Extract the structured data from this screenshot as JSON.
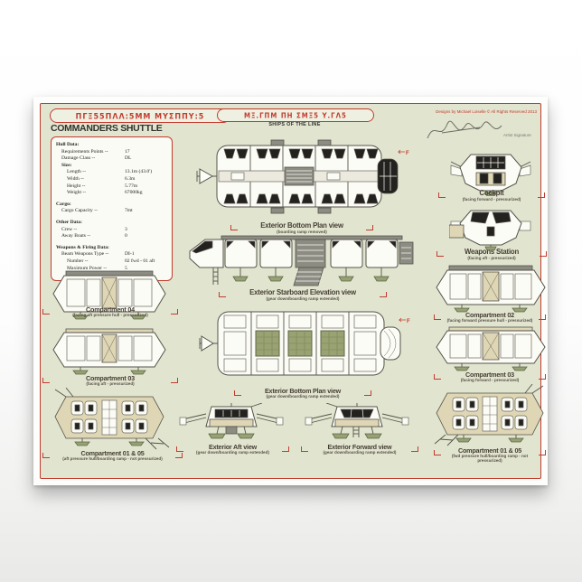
{
  "poster": {
    "header": {
      "title_alien_left": "ΠΓΞ55ΠΛΛ:5ΜΜ ΜΥΣΠΠΥ:5",
      "title_left_sub": "COMMANDERS SHUTTLE",
      "title_alien_center": "ΜΞ.ΓΠΜ ΠΗ ΣΜΞ5 Υ.ΓΛ5",
      "title_center_sub": "SHIPS OF THE LINE",
      "copyright": "Designs by Michael Loiselle © All Rights Reserved 2013",
      "signature_label": "Artist Signature"
    },
    "marks": {
      "forward": "F"
    },
    "stats": {
      "lines": [
        {
          "l": "Hull Data:",
          "v": ""
        },
        {
          "l": "Requirements Points --",
          "v": "17"
        },
        {
          "l": "Damage Class --",
          "v": "DL"
        },
        {
          "l": "Size:",
          "v": ""
        },
        {
          "l": "Length --",
          "v": "13.1m (43.0')"
        },
        {
          "l": "Width --",
          "v": "6.3m"
        },
        {
          "l": "Height --",
          "v": "5.77m"
        },
        {
          "l": "Weight --",
          "v": "67000kg"
        },
        {
          "l": "Cargo:",
          "v": ""
        },
        {
          "l": "Cargo Capacity --",
          "v": "7mt"
        },
        {
          "l": "Other Data:",
          "v": ""
        },
        {
          "l": "Crew --",
          "v": "3"
        },
        {
          "l": "Away Boats --",
          "v": "0"
        },
        {
          "l": "Weapons & Firing Data:",
          "v": ""
        },
        {
          "l": "Beam Weapons Type --",
          "v": "DI-1"
        },
        {
          "l": "Number --",
          "v": "02 fwd - 01 aft"
        },
        {
          "l": "Maximum Power --",
          "v": "5"
        }
      ]
    },
    "views": {
      "plan_top": {
        "title": "Exterior Bottom Plan view",
        "sub": "(boarding ramp removed)"
      },
      "elevation": {
        "title": "Exterior Starboard Elevation view",
        "sub": "(gear down/boarding ramp extended)"
      },
      "plan_mid": {
        "title": "Exterior Bottom Plan view",
        "sub": "(gear down/boarding ramp extended)"
      },
      "aft": {
        "title": "Exterior Aft view",
        "sub": "(gear down/boarding ramp extended)"
      },
      "forward": {
        "title": "Exterior Forward view",
        "sub": "(gear down/boarding ramp extended)"
      },
      "cockpit": {
        "title": "Cockpit",
        "sub": "(facing forward - pressurized)"
      },
      "weapons": {
        "title": "Weapons Station",
        "sub": "(facing aft - pressurized)"
      },
      "comp02": {
        "title": "Compartment 02",
        "sub": "(facing forward pressure hull - pressurized)"
      },
      "comp03_right": {
        "title": "Compartment 03",
        "sub": "(facing forward - pressurized)"
      },
      "comp0105_right": {
        "title": "Compartment 01 & 05",
        "sub": "(fwd pressure hull/boarding ramp - not pressurized)"
      },
      "comp04": {
        "title": "Compartment 04",
        "sub": "(facing aft pressure hull - pressurized)"
      },
      "comp03_left": {
        "title": "Compartment 03",
        "sub": "(facing aft - pressurized)"
      },
      "comp0105_left": {
        "title": "Compartment 01 & 05",
        "sub": "(aft pressure hull/boarding ramp - not pressurized)"
      }
    },
    "colors": {
      "accent": "#c23b2e",
      "paper": "#e1e5cf"
    }
  }
}
